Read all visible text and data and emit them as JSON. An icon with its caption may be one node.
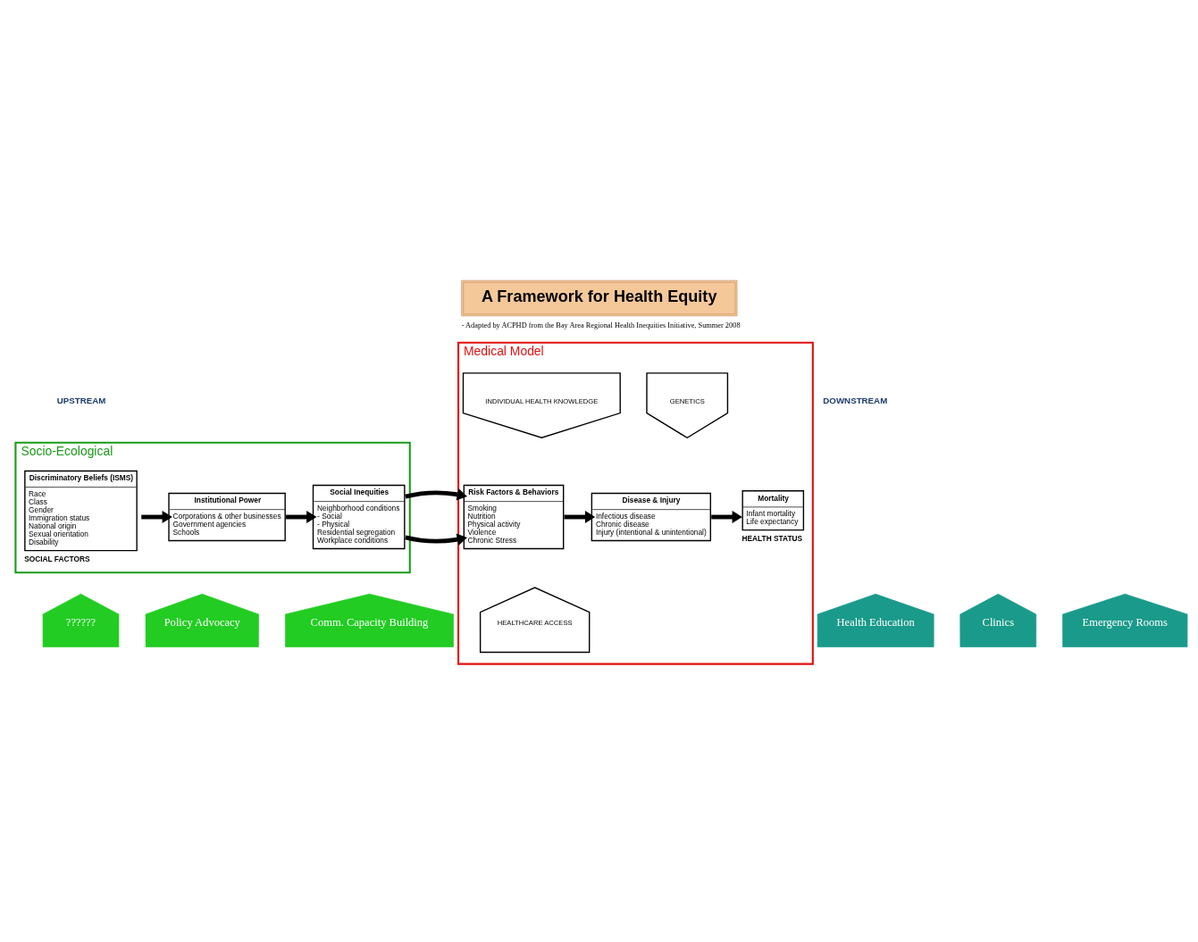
{
  "diagram": {
    "title": "A Framework for Health Equity",
    "caption": "- Adapted by ACPHD from the Bay Area Regional Health Inequities Initiative, Summer 2008",
    "nodes": [
      {
        "text": [
          "Socio-Ecological"
        ]
      },
      {
        "text": [
          "Medical Model"
        ]
      },
      {
        "text": [
          "Discriminatory Beliefs (ISMS)",
          "Race",
          "Class",
          "Gender",
          "Immigration status",
          "National origin",
          "Sexual orientation",
          "Disability"
        ],
        "in": 0,
        "beside": [
          "SOCIAL FACTORS"
        ]
      },
      {
        "text": [
          "Institutional Power",
          "Corporations & other businesses",
          "Government agencies",
          "Schools"
        ],
        "in": 0
      },
      {
        "text": [
          "Social Inequities",
          "Neighborhood conditions",
          "- Social",
          "- Physical",
          "Residential segregation",
          "Workplace conditions"
        ],
        "in": 0
      },
      {
        "text": [
          "Risk Factors & Behaviors",
          "Smoking",
          "Nutrition",
          "Physical activity",
          "Violence",
          "Chronic Stress"
        ],
        "in": 1
      },
      {
        "text": [
          "Disease & Injury",
          "Infectious disease",
          "Chronic disease",
          "Injury (intentional & unintentional)"
        ],
        "in": 1
      },
      {
        "text": [
          "Mortality",
          "Infant mortality",
          "Life expectancy"
        ],
        "in": 1,
        "beside": [
          "HEALTH STATUS"
        ]
      },
      {
        "text": [
          "INDIVIDUAL HEALTH KNOWLEDGE"
        ],
        "in": 1
      },
      {
        "text": [
          "GENETICS"
        ],
        "in": 1
      },
      {
        "text": [
          "HEALTHCARE ACCESS"
        ],
        "in": 1
      },
      {
        "text": [
          "??????"
        ]
      },
      {
        "text": [
          "Policy Advocacy"
        ]
      },
      {
        "text": [
          "Comm. Capacity Building"
        ]
      },
      {
        "text": [
          "Health Education"
        ]
      },
      {
        "text": [
          "Clinics"
        ]
      },
      {
        "text": [
          "Emergency Rooms"
        ]
      }
    ],
    "edges": [
      {
        "from": 2,
        "to": 3,
        "arrow": "to"
      },
      {
        "from": 3,
        "to": 4,
        "arrow": "to"
      },
      {
        "from": 4,
        "to": 5,
        "arrow": "to"
      },
      {
        "from": 5,
        "to": 6,
        "arrow": "to"
      },
      {
        "from": 6,
        "to": 7,
        "arrow": "to"
      }
    ],
    "labels": [
      "UPSTREAM",
      "DOWNSTREAM"
    ]
  }
}
